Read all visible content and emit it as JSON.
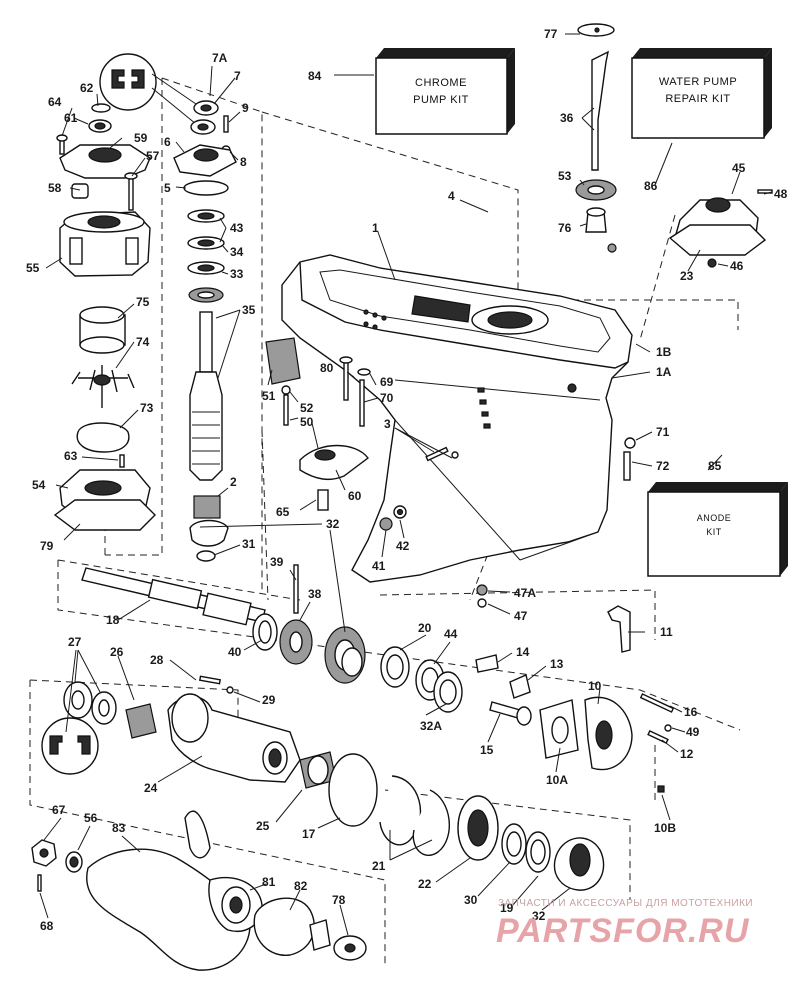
{
  "kits": {
    "chrome_pump": {
      "number": "84",
      "line1": "CHROME",
      "line2": "PUMP KIT"
    },
    "water_pump_repair": {
      "number": "86",
      "line1": "WATER PUMP",
      "line2": "REPAIR KIT"
    },
    "anode": {
      "number": "85",
      "line1": "ANODE",
      "line2": "KIT"
    }
  },
  "part_numbers": {
    "p1": "1",
    "p1A": "1A",
    "p1B": "1B",
    "p2": "2",
    "p3": "3",
    "p4": "4",
    "p5": "5",
    "p6": "6",
    "p7": "7",
    "p7A": "7A",
    "p8": "8",
    "p9": "9",
    "p10": "10",
    "p10A": "10A",
    "p10B": "10B",
    "p11": "11",
    "p12": "12",
    "p13": "13",
    "p14": "14",
    "p15": "15",
    "p16": "16",
    "p17": "17",
    "p18": "18",
    "p19": "19",
    "p20": "20",
    "p21": "21",
    "p22": "22",
    "p23": "23",
    "p24": "24",
    "p25": "25",
    "p26": "26",
    "p27": "27",
    "p28": "28",
    "p29": "29",
    "p30": "30",
    "p31": "31",
    "p32a": "32",
    "p32b": "32",
    "p32A": "32A",
    "p33": "33",
    "p34": "34",
    "p35": "35",
    "p36": "36",
    "p38": "38",
    "p39": "39",
    "p40": "40",
    "p41": "41",
    "p42": "42",
    "p43": "43",
    "p44": "44",
    "p45": "45",
    "p46": "46",
    "p47": "47",
    "p47A": "47A",
    "p48": "48",
    "p49": "49",
    "p50": "50",
    "p51": "51",
    "p52": "52",
    "p53": "53",
    "p54": "54",
    "p55": "55",
    "p56": "56",
    "p57": "57",
    "p58": "58",
    "p59": "59",
    "p60": "60",
    "p61": "61",
    "p62": "62",
    "p63": "63",
    "p64": "64",
    "p65": "65",
    "p67": "67",
    "p68": "68",
    "p69": "69",
    "p70": "70",
    "p71": "71",
    "p72": "72",
    "p73": "73",
    "p74": "74",
    "p75": "75",
    "p76": "76",
    "p77": "77",
    "p78": "78",
    "p79": "79",
    "p80": "80",
    "p81": "81",
    "p82": "82",
    "p83": "83"
  },
  "watermark": {
    "tagline": "ЗАПЧАСТИ И АКСЕССУАРЫ ДЛЯ МОТОТЕХНИКИ",
    "logo": "PARTSFOR.RU"
  }
}
